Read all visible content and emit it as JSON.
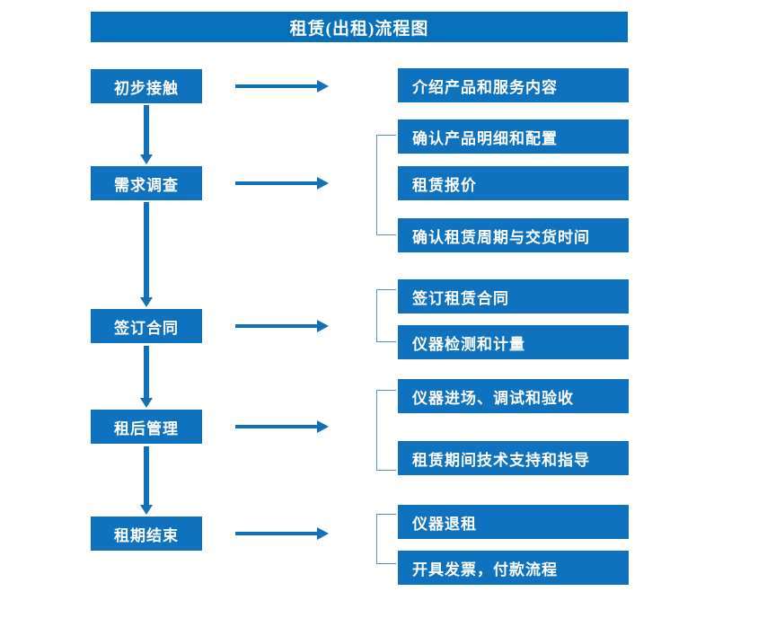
{
  "chart_data": {
    "type": "diagram",
    "title": "租赁(出租)流程图",
    "diagram_kind": "flowchart",
    "orientation": "vertical-with-branches",
    "stages": [
      {
        "stage": "初步接触",
        "details": [
          "介绍产品和服务内容"
        ],
        "grouped": false
      },
      {
        "stage": "需求调查",
        "details": [
          "确认产品明细和配置",
          "租赁报价",
          "确认租赁周期与交货时间"
        ],
        "grouped": true
      },
      {
        "stage": "签订合同",
        "details": [
          "签订租赁合同",
          "仪器检测和计量"
        ],
        "grouped": true
      },
      {
        "stage": "租后管理",
        "details": [
          "仪器进场、调试和验收",
          "租赁期间技术支持和指导"
        ],
        "grouped": true
      },
      {
        "stage": "租期结束",
        "details": [
          "仪器退租",
          "开具发票，付款流程"
        ],
        "grouped": true
      }
    ]
  },
  "header": {
    "title": "租赁(出租)流程图"
  },
  "colors": {
    "banner": "#0770BD",
    "box": "#0F72BE",
    "arrow": "#1071B9",
    "bracket": "#5B8FC0",
    "text": "#FFFFFF",
    "background": "#FFFFFF"
  },
  "stages": [
    {
      "label": "初步接触"
    },
    {
      "label": "需求调查"
    },
    {
      "label": "签订合同"
    },
    {
      "label": "租后管理"
    },
    {
      "label": "租期结束"
    }
  ],
  "details": [
    {
      "label": "介绍产品和服务内容"
    },
    {
      "label": "确认产品明细和配置"
    },
    {
      "label": "租赁报价"
    },
    {
      "label": "确认租赁周期与交货时间"
    },
    {
      "label": "签订租赁合同"
    },
    {
      "label": "仪器检测和计量"
    },
    {
      "label": "仪器进场、调试和验收"
    },
    {
      "label": "租赁期间技术支持和指导"
    },
    {
      "label": "仪器退租"
    },
    {
      "label": "开具发票，付款流程"
    }
  ]
}
